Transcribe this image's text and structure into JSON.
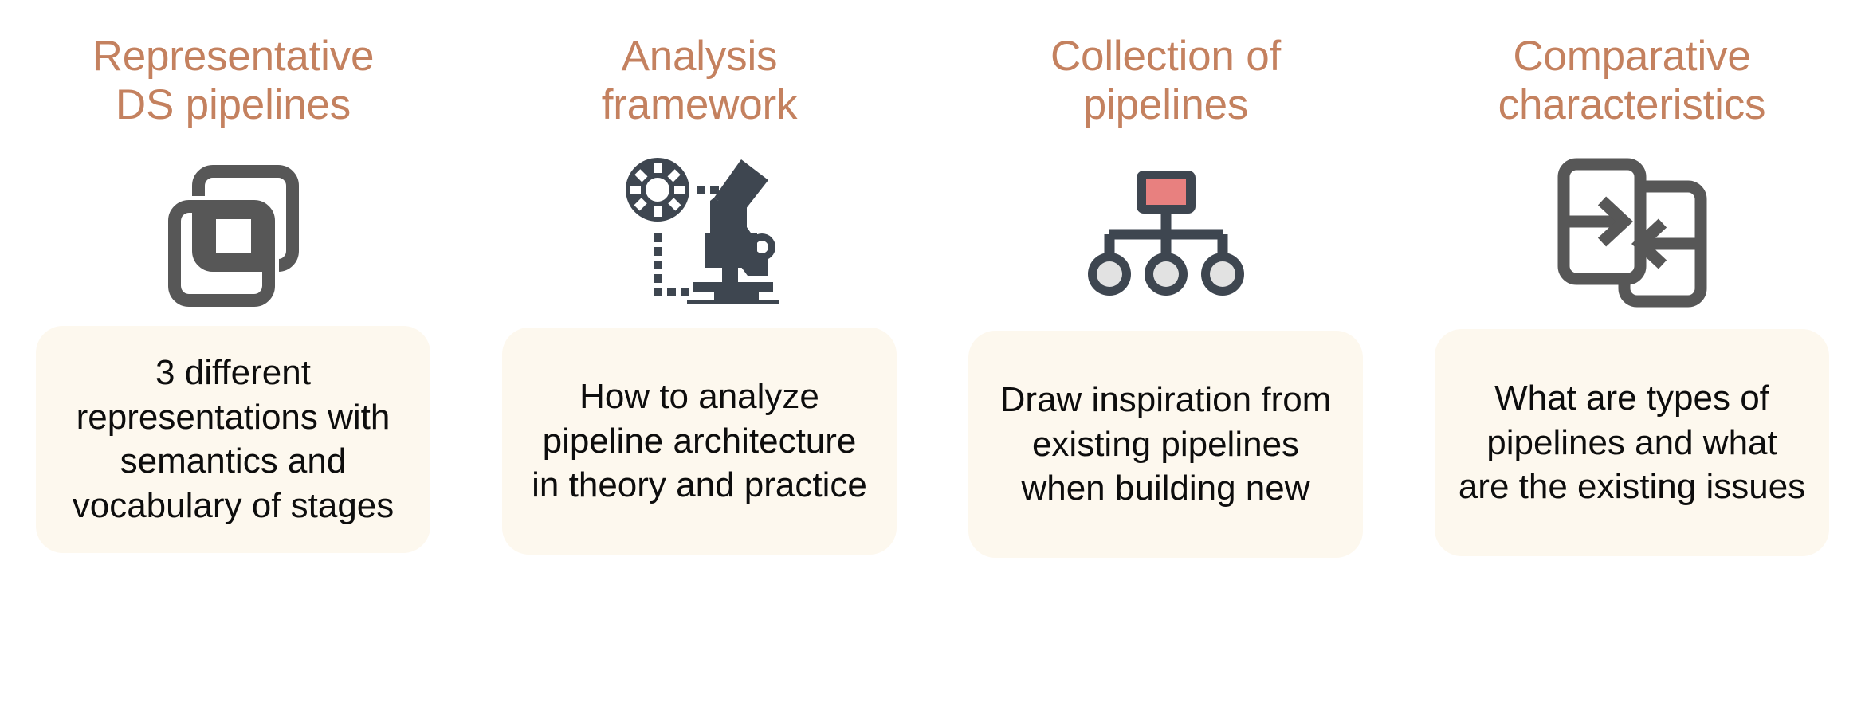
{
  "colors": {
    "background": "#ffffff",
    "heading_text": "#c4815f",
    "caption_background": "#fdf8ee",
    "caption_text": "#0d0d0d",
    "icon_gray": "#575757",
    "icon_slate": "#3e4650",
    "icon_red": "#e8807f",
    "icon_light_gray": "#e2e2e2"
  },
  "columns": [
    {
      "heading": "Representative\nDS pipelines",
      "icon_name": "overlapping-squares-icon",
      "caption": "3 different\nrepresentations with\nsemantics and\nvocabulary of stages"
    },
    {
      "heading": "Analysis\nframework",
      "icon_name": "microscope-analysis-icon",
      "caption": "How to analyze\npipeline architecture\nin theory and practice"
    },
    {
      "heading": "Collection of\npipelines",
      "icon_name": "hierarchy-tree-icon",
      "caption": "Draw inspiration from\nexisting pipelines\nwhen building new"
    },
    {
      "heading": "Comparative\ncharacteristics",
      "icon_name": "compare-arrows-icon",
      "caption": "What are types of\npipelines and what\nare the existing issues"
    }
  ]
}
